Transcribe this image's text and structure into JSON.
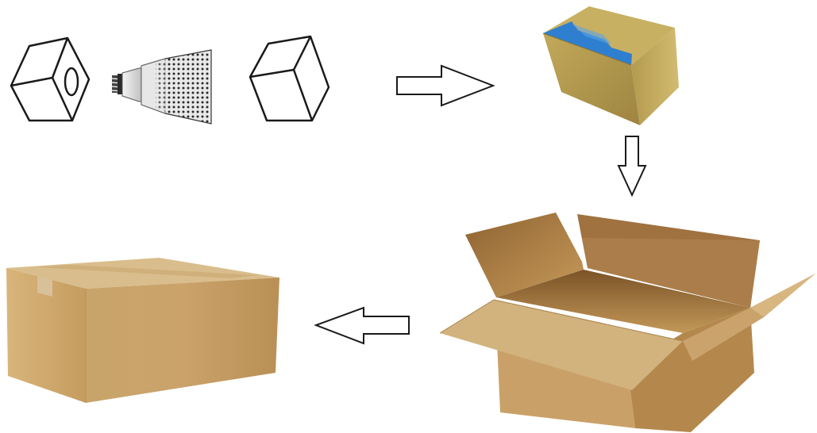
{
  "diagram": {
    "steps": [
      {
        "id": "step-1",
        "name": "insert-bulb-into-inner-box"
      },
      {
        "id": "step-2",
        "name": "closed-inner-box"
      },
      {
        "id": "step-3",
        "name": "place-into-open-carton"
      },
      {
        "id": "step-4",
        "name": "sealed-shipping-carton"
      }
    ],
    "arrow_directions": [
      "right",
      "down",
      "left"
    ],
    "colors": {
      "outline": "#1a1a1a",
      "kraft_light": "#d2b27a",
      "kraft_mid": "#c49a5e",
      "kraft_dark": "#8a6532",
      "inner_box_gold": "#b8a050",
      "inner_box_blue": "#2f7fd0",
      "bulb_gray": "#555555"
    },
    "icons": [
      "hexagon-box-with-hole-icon",
      "led-bulb-icon",
      "cube-icon"
    ]
  }
}
